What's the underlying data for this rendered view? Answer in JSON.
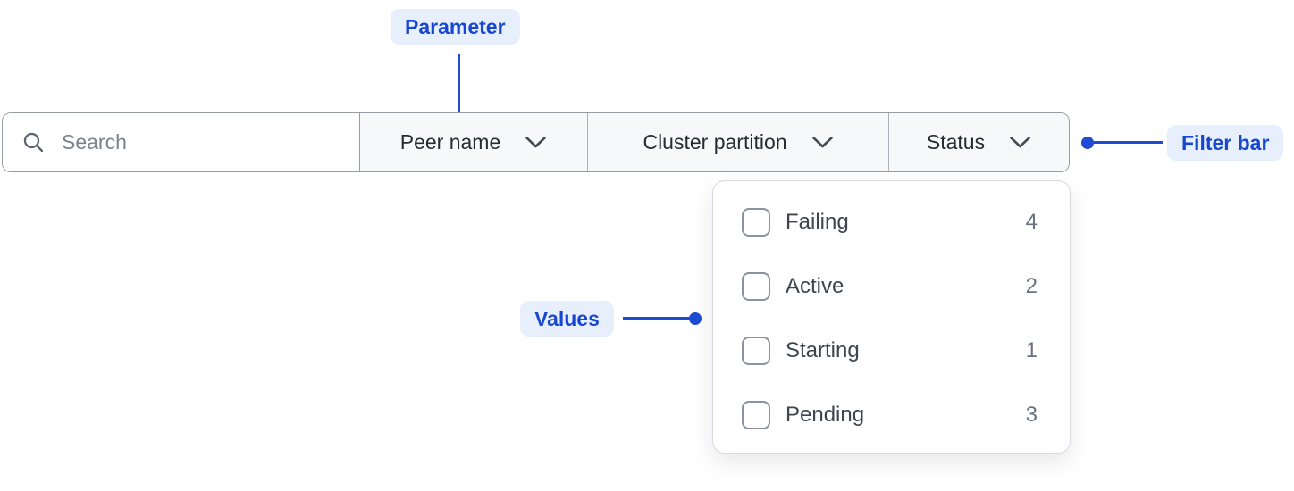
{
  "annotations": {
    "parameter_label": "Parameter",
    "filter_bar_label": "Filter bar",
    "values_label": "Values"
  },
  "filter_bar": {
    "search": {
      "placeholder": "Search"
    },
    "dropdowns": [
      {
        "label": "Peer name"
      },
      {
        "label": "Cluster partition"
      },
      {
        "label": "Status"
      }
    ]
  },
  "status_menu": {
    "items": [
      {
        "label": "Failing",
        "count": "4",
        "checked": false
      },
      {
        "label": "Active",
        "count": "2",
        "checked": false
      },
      {
        "label": "Starting",
        "count": "1",
        "checked": false
      },
      {
        "label": "Pending",
        "count": "3",
        "checked": false
      }
    ]
  },
  "colors": {
    "accent_blue": "#1747d1",
    "annotation_pill_bg": "#e8effc",
    "bar_border": "#989da4",
    "panel_border": "#d7dade",
    "section_bg": "#f7f8f9"
  }
}
